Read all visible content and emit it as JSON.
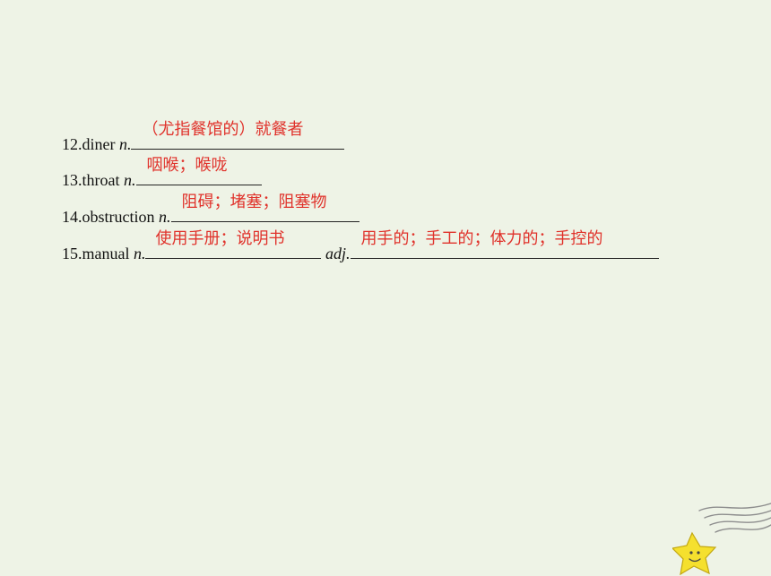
{
  "items": [
    {
      "num": "12.",
      "word": "diner",
      "pos": "n.",
      "answer": "（尤指餐馆的）就餐者"
    },
    {
      "num": "13.",
      "word": "throat",
      "pos": "n.",
      "answer": "咽喉；喉咙"
    },
    {
      "num": "14.",
      "word": "obstruction",
      "pos": "n.",
      "answer": "阻碍；堵塞；阻塞物"
    },
    {
      "num": "15.",
      "word": "manual",
      "pos": "n.",
      "answer": "使用手册；说明书",
      "pos2": "adj.",
      "answer2": "用手的；手工的；体力的；手控的"
    }
  ],
  "colors": {
    "background": "#eef3e6",
    "answer": "#e0322b"
  },
  "icons": {
    "corner": "smiling-star-icon"
  }
}
